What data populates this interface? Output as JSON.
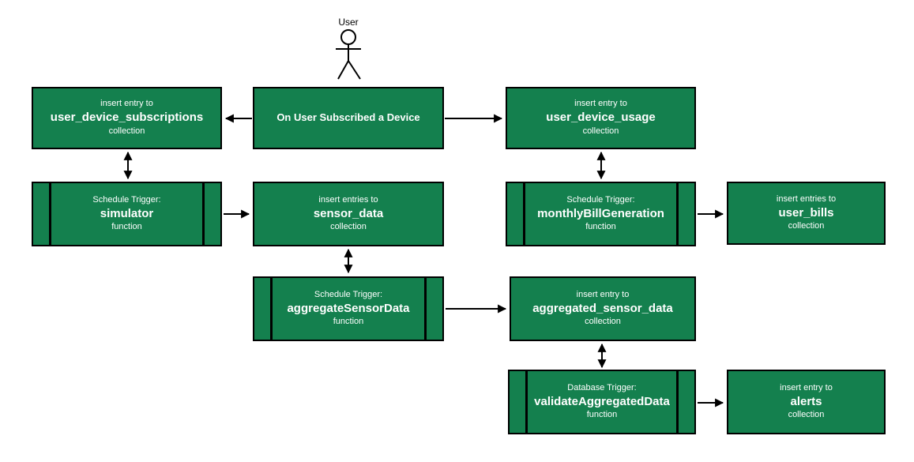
{
  "actor": {
    "label": "User"
  },
  "nodes": {
    "user_device_subscriptions": {
      "line1": "insert entry to",
      "name": "user_device_subscriptions",
      "line3": "collection"
    },
    "on_user_subscribed": {
      "name": "On User Subscribed a Device"
    },
    "user_device_usage": {
      "line1": "insert entry to",
      "name": "user_device_usage",
      "line3": "collection"
    },
    "simulator": {
      "line1": "Schedule Trigger:",
      "name": "simulator",
      "line3": "function"
    },
    "sensor_data": {
      "line1": "insert entries to",
      "name": "sensor_data",
      "line3": "collection"
    },
    "monthly_bill_generation": {
      "line1": "Schedule Trigger:",
      "name": "monthlyBillGeneration",
      "line3": "function"
    },
    "user_bills": {
      "line1": "insert entries to",
      "name": "user_bills",
      "line3": "collection"
    },
    "aggregate_sensor_data_fn": {
      "line1": "Schedule Trigger:",
      "name": "aggregateSensorData",
      "line3": "function"
    },
    "aggregated_sensor_data": {
      "line1": "insert entry to",
      "name": "aggregated_sensor_data",
      "line3": "collection"
    },
    "validate_aggregated_data": {
      "line1": "Database Trigger:",
      "name": "validateAggregatedData",
      "line3": "function"
    },
    "alerts": {
      "line1": "insert entry to",
      "name": "alerts",
      "line3": "collection"
    }
  },
  "colors": {
    "node_fill": "#14804e",
    "node_border": "#000000",
    "node_text": "#ffffff",
    "arrow": "#000000",
    "background": "#ffffff"
  }
}
